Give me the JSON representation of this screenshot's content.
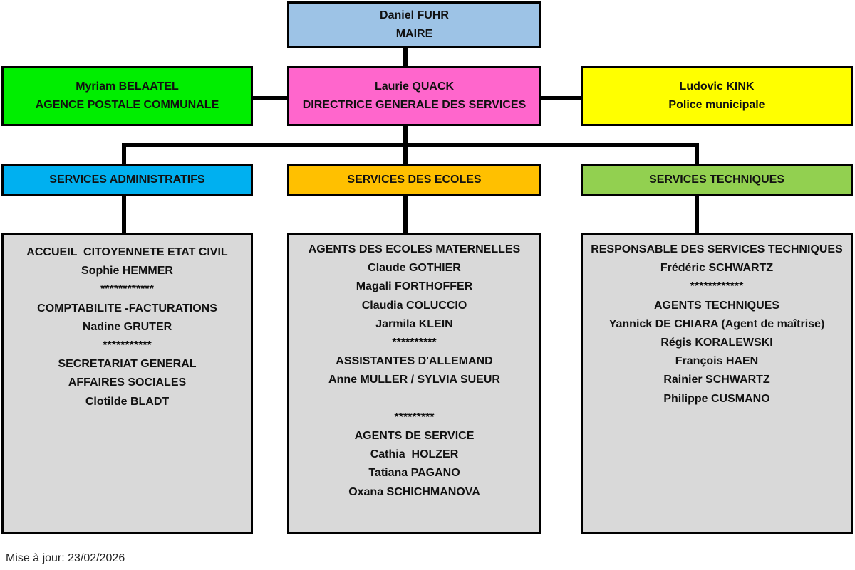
{
  "maire": {
    "name": "Daniel FUHR",
    "role": "MAIRE",
    "color": "#9dc3e6"
  },
  "dgs": {
    "name": "Laurie QUACK",
    "role": "DIRECTRICE GENERALE DES SERVICES",
    "color": "#ff66cc"
  },
  "agence": {
    "name": "Myriam BELAATEL",
    "role": "AGENCE POSTALE COMMUNALE",
    "color": "#00ee00"
  },
  "police": {
    "name": "Ludovic KINK",
    "role": "Police municipale",
    "color": "#ffff00"
  },
  "services": [
    {
      "title": "SERVICES ADMINISTRATIFS",
      "color": "#00b0f0",
      "lines": [
        "ACCUEIL  CITOYENNETE ETAT CIVIL",
        "Sophie HEMMER",
        "************",
        "COMPTABILITE -FACTURATIONS",
        "Nadine GRUTER",
        "***********",
        "SECRETARIAT GENERAL",
        "AFFAIRES SOCIALES",
        "Clotilde BLADT"
      ]
    },
    {
      "title": "SERVICES DES ECOLES",
      "color": "#ffc000",
      "lines": [
        "AGENTS DES ECOLES MATERNELLES",
        "Claude GOTHIER",
        "Magali FORTHOFFER",
        "Claudia COLUCCIO",
        "Jarmila KLEIN",
        "**********",
        "ASSISTANTES D'ALLEMAND",
        "Anne MULLER / SYLVIA SUEUR",
        "",
        "*********",
        "AGENTS DE SERVICE",
        "Cathia  HOLZER",
        "Tatiana PAGANO",
        "Oxana SCHICHMANOVA"
      ]
    },
    {
      "title": "SERVICES TECHNIQUES",
      "color": "#92d050",
      "lines": [
        "RESPONSABLE DES SERVICES TECHNIQUES",
        "Frédéric SCHWARTZ",
        "************",
        "AGENTS TECHNIQUES",
        "Yannick DE CHIARA (Agent de maîtrise)",
        "Régis KORALEWSKI",
        "François HAEN",
        "Rainier SCHWARTZ",
        "Philippe CUSMANO"
      ]
    }
  ],
  "footer": "Mise à jour: 23/02/2026"
}
